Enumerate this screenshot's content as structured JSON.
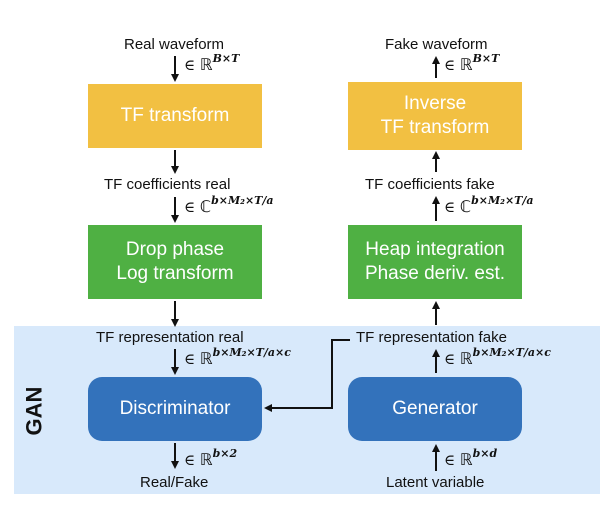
{
  "group": {
    "label": "GAN"
  },
  "boxes": {
    "tf_transform": "TF transform",
    "inverse_tf_line1": "Inverse",
    "inverse_tf_line2": "TF transform",
    "drop_phase_line1": "Drop phase",
    "drop_phase_line2": "Log transform",
    "heap_line1": "Heap integration",
    "heap_line2": "Phase deriv. est.",
    "discriminator": "Discriminator",
    "generator": "Generator"
  },
  "labels": {
    "real_waveform": "Real waveform",
    "fake_waveform": "Fake waveform",
    "tf_coeff_real": "TF coefficients real",
    "tf_coeff_fake": "TF coefficients fake",
    "tf_repr_real": "TF representation real",
    "tf_repr_fake": "TF representation fake",
    "real_fake": "Real/Fake",
    "latent_variable": "Latent variable"
  },
  "math": {
    "elem": "∈",
    "set_r": "ℝ",
    "set_c": "ℂ",
    "dim_waveform": "B×T",
    "dim_coeff": "b×M₂×T/a",
    "dim_repr": "b×M₂×T/a×c",
    "dim_output": "b×2",
    "dim_latent": "b×d"
  },
  "colors": {
    "yellow": "#f2c042",
    "green": "#4fb043",
    "blue": "#3372bb",
    "gan_background": "#d8e9fb"
  }
}
